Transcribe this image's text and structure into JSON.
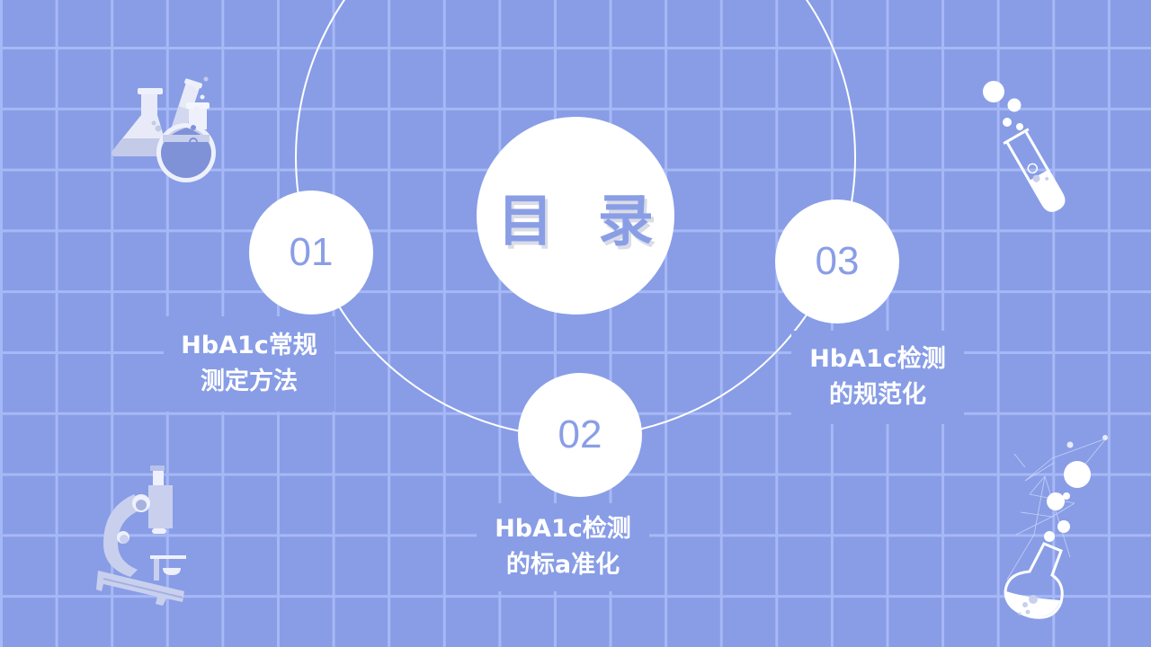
{
  "slide": {
    "title": "目 录",
    "colors": {
      "background": "#889de6",
      "grid_line": "#a7b8f6",
      "accent_text": "#8a9ee6",
      "circle_fill": "#ffffff"
    }
  },
  "sections": [
    {
      "number": "01",
      "label_line1": "HbA1c常规",
      "label_line2": "测定方法"
    },
    {
      "number": "02",
      "label_line1": "HbA1c检测",
      "label_line2": "的标a准化"
    },
    {
      "number": "03",
      "label_line1": "HbA1c检测",
      "label_line2": "的规范化"
    }
  ],
  "decorations": {
    "top_left": "lab-flasks-icon",
    "top_right": "test-tube-icon",
    "bottom_left": "microscope-icon",
    "bottom_right": "round-flask-molecule-icon"
  }
}
